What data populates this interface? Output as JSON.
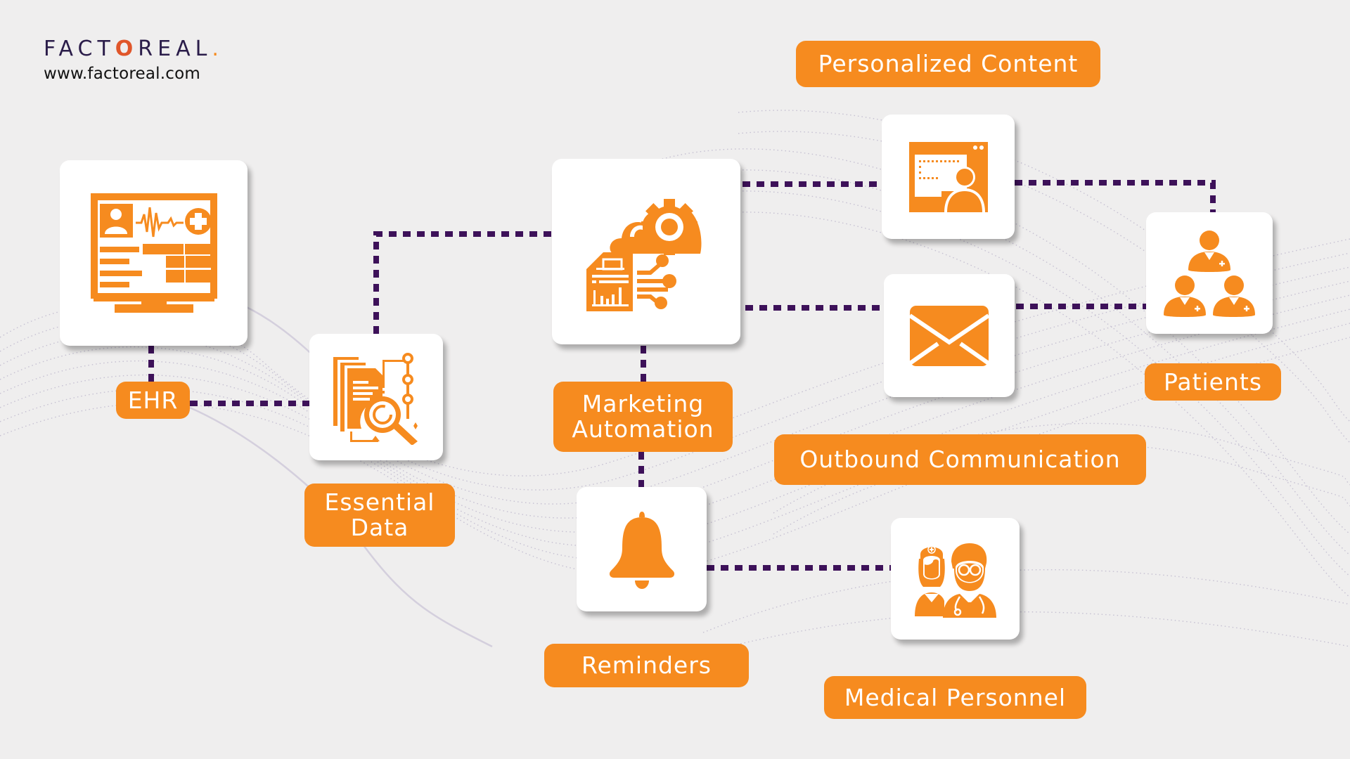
{
  "brand": {
    "logo_text_parts": [
      "FACT",
      "O",
      "REAL",
      "."
    ],
    "url": "www.factoreal.com"
  },
  "colors": {
    "accent": "#F68B1F",
    "connector": "#3D1159",
    "card": "#FFFFFF",
    "background": "#EFEEEE",
    "wave": "#B9B2C9"
  },
  "nodes": {
    "ehr": {
      "label": "EHR",
      "icon": "ehr-monitor-icon"
    },
    "essential_data": {
      "label_line1": "Essential",
      "label_line2": "Data",
      "icon": "document-search-icon"
    },
    "marketing_automation": {
      "label_line1": "Marketing",
      "label_line2": "Automation",
      "icon": "cloud-gear-automation-icon"
    },
    "reminders": {
      "label": "Reminders",
      "icon": "bell-icon"
    },
    "personalized_content": {
      "label": "Personalized Content",
      "icon": "personalized-screen-user-icon"
    },
    "outbound_communication": {
      "label": "Outbound Communication",
      "icon": "envelope-icon"
    },
    "patients": {
      "label": "Patients",
      "icon": "patients-group-icon"
    },
    "medical_personnel": {
      "label": "Medical Personnel",
      "icon": "doctor-nurse-icon"
    }
  },
  "edges": [
    {
      "from": "ehr",
      "to": "ehr-label"
    },
    {
      "from": "ehr",
      "to": "essential_data"
    },
    {
      "from": "essential_data",
      "to": "marketing_automation"
    },
    {
      "from": "marketing_automation",
      "to": "reminders"
    },
    {
      "from": "marketing_automation",
      "to": "personalized_content"
    },
    {
      "from": "marketing_automation",
      "to": "outbound_communication"
    },
    {
      "from": "personalized_content",
      "to": "patients"
    },
    {
      "from": "outbound_communication",
      "to": "patients"
    },
    {
      "from": "reminders",
      "to": "medical_personnel"
    }
  ]
}
